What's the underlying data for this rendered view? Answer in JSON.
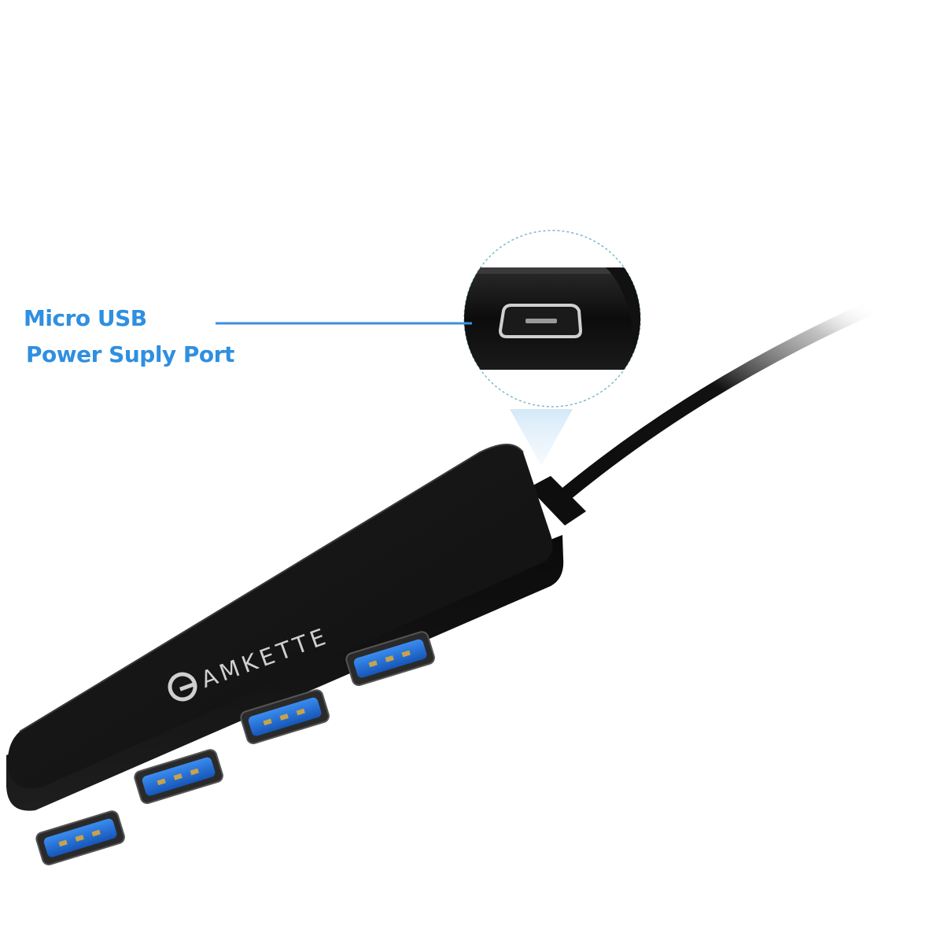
{
  "callout": {
    "line_1": "Micro USB",
    "line_2": "Power Suply Port"
  },
  "brand": {
    "logo_text": "AMKETTE"
  },
  "product": {
    "port_count": 4
  },
  "colors": {
    "callout_text": "#2f8fe0",
    "callout_line": "#3a8fe0",
    "device_body": "#141414",
    "usb_port_blue": "#1e6fd6",
    "brand_text": "#cfcfcf"
  }
}
